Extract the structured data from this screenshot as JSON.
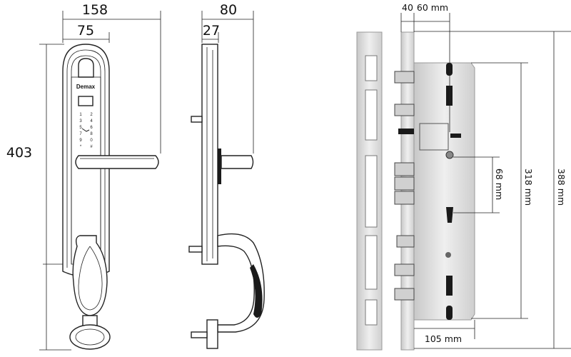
{
  "dimensions": {
    "handle_width": "158",
    "panel_width": "75",
    "handle_height": "403",
    "side_depth": "80",
    "side_plate": "27",
    "backset_40": "40",
    "backset_60": "60 mm",
    "center_distance": "68 mm",
    "case_height": "318 mm",
    "faceplate_height": "388 mm",
    "case_width": "105 mm"
  },
  "brand": "Demax",
  "keypad": [
    "1",
    "2",
    "3",
    "4",
    "5",
    "6",
    "7",
    "8",
    "9",
    "0",
    "*",
    "#"
  ],
  "colors": {
    "steel": "#d9d9d9",
    "dark": "#1a1a1a",
    "line": "#222222"
  }
}
